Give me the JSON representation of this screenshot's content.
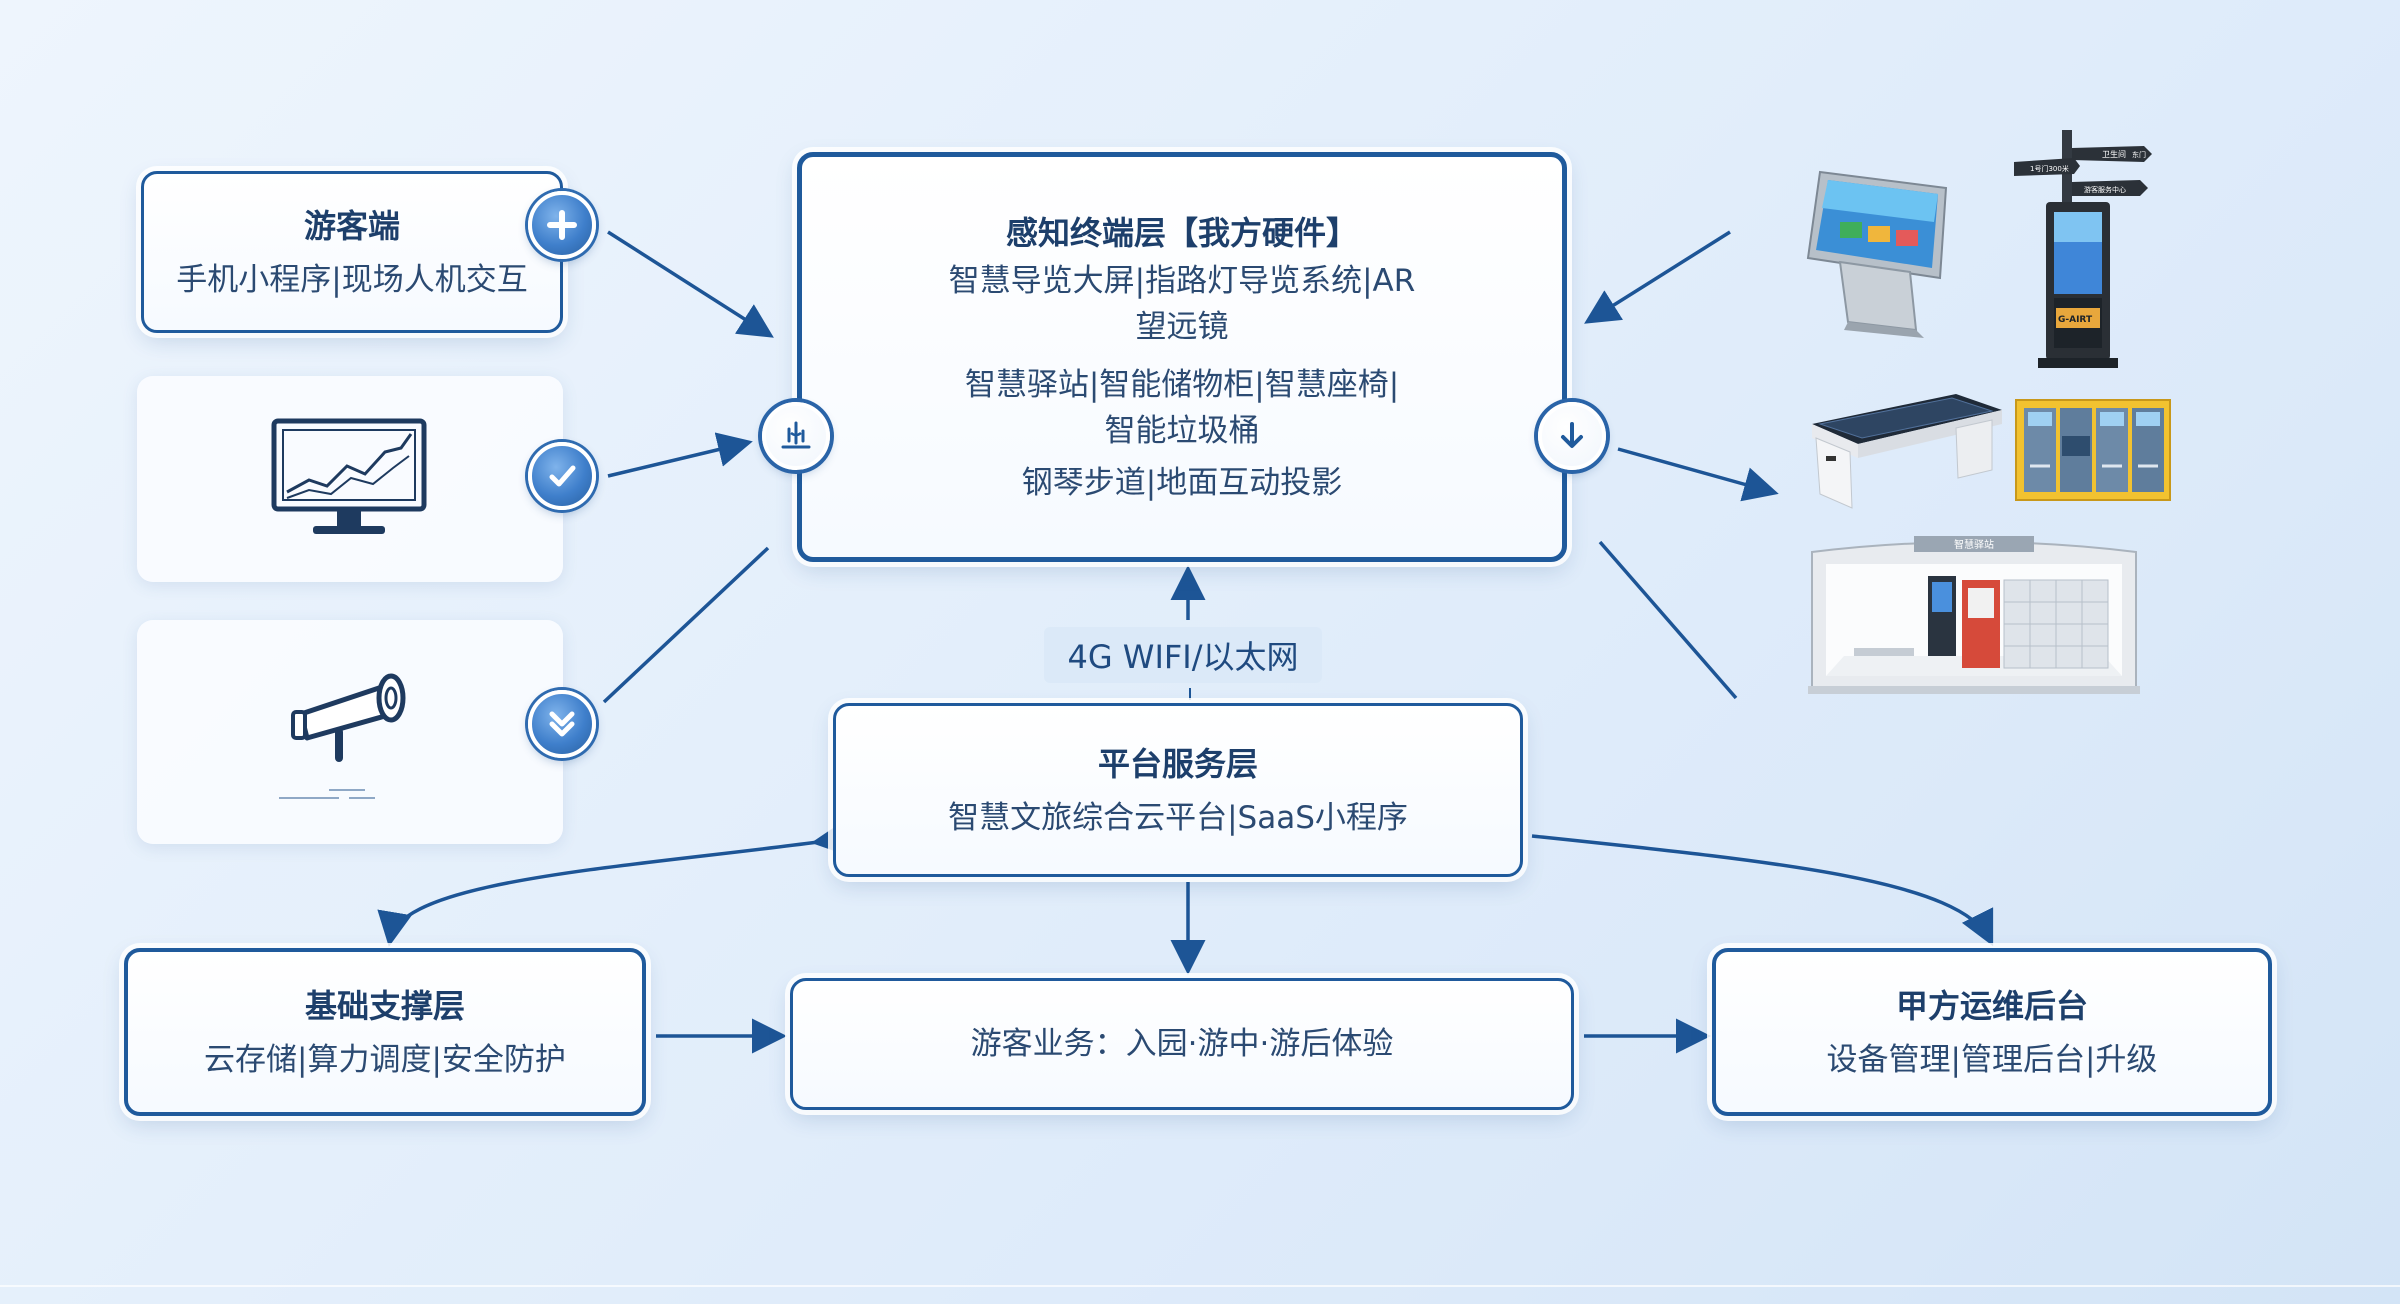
{
  "visitor_box": {
    "title": "游客端",
    "subtitle": "手机小程序|现场人机交互"
  },
  "perception_box": {
    "title": "感知终端层【我方硬件】",
    "lines": [
      "智慧导览大屏|指路灯导览系统|AR",
      "望远镜",
      "智慧驿站|智能储物柜|智慧座椅|",
      "智能垃圾桶",
      "钢琴步道|地面互动投影"
    ]
  },
  "network_label": "4G WIFI/以太网",
  "platform_box": {
    "title": "平台服务层",
    "subtitle": "智慧文旅综合云平台|SaaS小程序"
  },
  "infra_box": {
    "title": "基础支撑层",
    "subtitle": "云存储|算力调度|安全防护"
  },
  "business_box": {
    "text": "游客业务：入园·游中·游后体验"
  },
  "ops_box": {
    "title": "甲方运维后台",
    "subtitle": "设备管理|管理后台|升级"
  },
  "device_signpost": {
    "sign1": "卫生间",
    "sign2": "1号门300米",
    "sign3": "游客服务中心",
    "sign4": "东门",
    "brand": "G-AIRT"
  },
  "device_station": {
    "roof_text": "智慧驿站"
  },
  "icons": {
    "visitor_badge": "plus-icon",
    "monitor_badge": "check-icon",
    "telescope_badge": "double-chevron-down-icon",
    "perception_left_badge": "antenna-icon",
    "perception_right_badge": "arrow-down-icon"
  },
  "colors": {
    "accent": "#1f5a9c",
    "badge_blue": "#3f7fcb",
    "background": "#e4effb"
  }
}
